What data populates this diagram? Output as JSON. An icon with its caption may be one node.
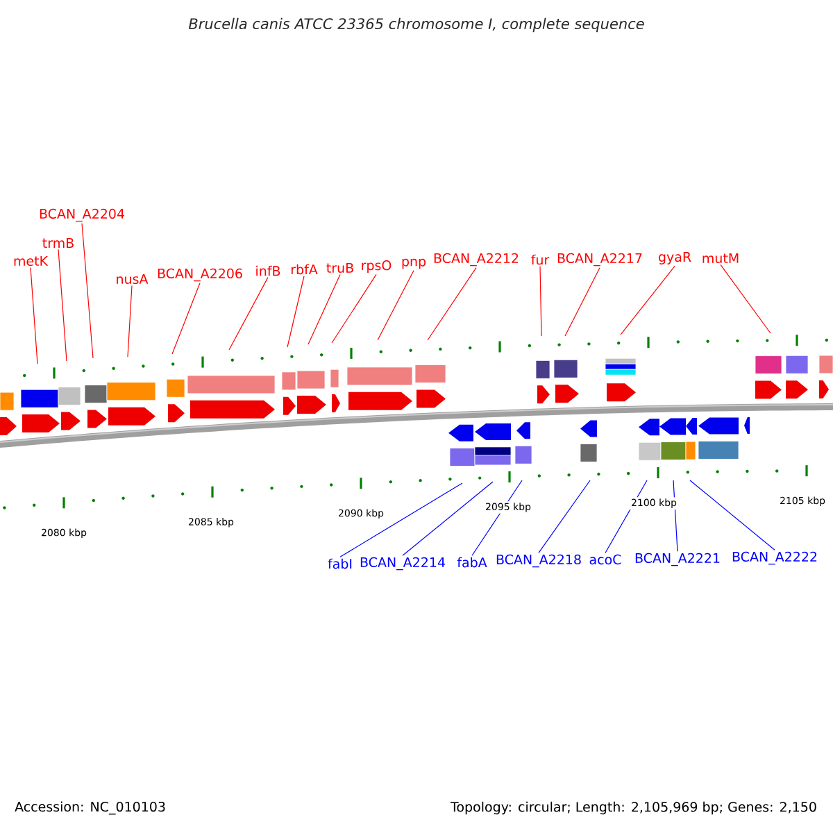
{
  "diagram": {
    "title": "Brucella canis ATCC 23365 chromosome I, complete sequence",
    "nodes": [
      {
        "text": [
          "metK"
        ]
      },
      {
        "text": [
          "trmB"
        ]
      },
      {
        "text": [
          "BCAN_A2204"
        ]
      },
      {
        "text": [
          "nusA"
        ]
      },
      {
        "text": [
          "BCAN_A2206"
        ]
      },
      {
        "text": [
          "infB"
        ]
      },
      {
        "text": [
          "rbfA"
        ]
      },
      {
        "text": [
          "truB"
        ]
      },
      {
        "text": [
          "rpsO"
        ]
      },
      {
        "text": [
          "pnp"
        ]
      },
      {
        "text": [
          "BCAN_A2212"
        ]
      },
      {
        "text": [
          "fur"
        ]
      },
      {
        "text": [
          "BCAN_A2217"
        ]
      },
      {
        "text": [
          "gyaR"
        ]
      },
      {
        "text": [
          "mutM"
        ]
      },
      {
        "text": [
          "fabI"
        ]
      },
      {
        "text": [
          "BCAN_A2214"
        ]
      },
      {
        "text": [
          "fabA"
        ]
      },
      {
        "text": [
          "BCAN_A2218"
        ]
      },
      {
        "text": [
          "acoC"
        ]
      },
      {
        "text": [
          "BCAN_A2221"
        ]
      },
      {
        "text": [
          "BCAN_A2222"
        ]
      }
    ],
    "edges": [
      {
        "from": 0,
        "to": null,
        "arrow": "none"
      },
      {
        "from": 1,
        "to": null,
        "arrow": "none"
      },
      {
        "from": 2,
        "to": null,
        "arrow": "none"
      },
      {
        "from": 3,
        "to": null,
        "arrow": "none"
      },
      {
        "from": 4,
        "to": null,
        "arrow": "none"
      },
      {
        "from": 5,
        "to": null,
        "arrow": "none"
      },
      {
        "from": 6,
        "to": null,
        "arrow": "none"
      },
      {
        "from": 7,
        "to": null,
        "arrow": "none"
      },
      {
        "from": 8,
        "to": null,
        "arrow": "none"
      },
      {
        "from": 9,
        "to": null,
        "arrow": "none"
      },
      {
        "from": 10,
        "to": null,
        "arrow": "none"
      },
      {
        "from": 11,
        "to": null,
        "arrow": "none"
      },
      {
        "from": 12,
        "to": null,
        "arrow": "none"
      },
      {
        "from": 13,
        "to": null,
        "arrow": "none"
      },
      {
        "from": 14,
        "to": null,
        "arrow": "none"
      },
      {
        "from": 15,
        "to": null,
        "arrow": "none",
        "color": "#0000ff"
      },
      {
        "from": 16,
        "to": null,
        "arrow": "none",
        "color": "#0000ff"
      },
      {
        "from": 17,
        "to": null,
        "arrow": "none",
        "color": "#0000ff"
      },
      {
        "from": 18,
        "to": null,
        "arrow": "none",
        "color": "#0000ff"
      },
      {
        "from": 19,
        "to": null,
        "arrow": "none",
        "color": "#0000ff"
      },
      {
        "from": 20,
        "to": null,
        "arrow": "none",
        "color": "#0000ff"
      },
      {
        "from": 21,
        "to": null,
        "arrow": "none",
        "color": "#0000ff"
      }
    ],
    "labels": [
      "2080 kbp",
      "2085 kbp",
      "2090 kbp",
      "2095 kbp",
      "2100 kbp",
      "2105 kbp",
      "Accession: NC_010103",
      "Topology: circular; Length: 2,105,969 bp; Genes: 2,150"
    ]
  }
}
